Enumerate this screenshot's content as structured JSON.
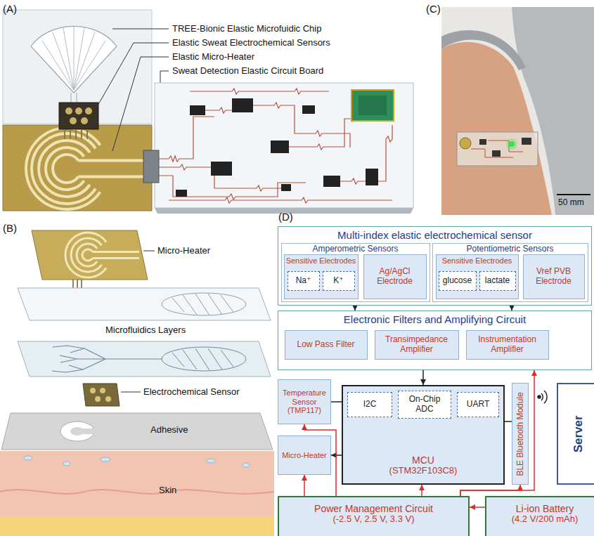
{
  "diagram": {
    "nodes": [
      {
        "text": [
          "Multi-index elastic electrochemical sensor"
        ]
      },
      {
        "text": [
          "Amperometric Sensors"
        ],
        "in": 0
      },
      {
        "text": [
          "Sensitive Electrodes"
        ],
        "in": 1
      },
      {
        "text": [
          "Na⁺"
        ],
        "in": 2
      },
      {
        "text": [
          "K⁺"
        ],
        "in": 2
      },
      {
        "text": [
          "Ag/AgCl Electrode"
        ],
        "in": 1
      },
      {
        "text": [
          "Potentiometric Sensors"
        ],
        "in": 0
      },
      {
        "text": [
          "Sensitive Electrodes"
        ],
        "in": 6
      },
      {
        "text": [
          "glucose"
        ],
        "in": 7
      },
      {
        "text": [
          "lactate"
        ],
        "in": 7
      },
      {
        "text": [
          "Vref PVB Electrode"
        ],
        "in": 6
      },
      {
        "text": [
          "Electronic Filters and Amplifying Circuit"
        ]
      },
      {
        "text": [
          "Low Pass Filter"
        ],
        "in": 11
      },
      {
        "text": [
          "Transimpedance Amplifier"
        ],
        "in": 11
      },
      {
        "text": [
          "Instrumentation Amplifier"
        ],
        "in": 11
      },
      {
        "text": [
          "Temperature Sensor",
          "(TMP117)"
        ]
      },
      {
        "text": [
          "MCU",
          "(STM32F103C8)"
        ]
      },
      {
        "text": [
          "I2C"
        ],
        "in": 16
      },
      {
        "text": [
          "On-Chip ADC"
        ],
        "in": 16
      },
      {
        "text": [
          "UART"
        ],
        "in": 16
      },
      {
        "text": [
          "Micro-Heater"
        ]
      },
      {
        "text": [
          "BLE Bluetooth Module"
        ]
      },
      {
        "text": [
          "Server"
        ]
      },
      {
        "text": [
          "Power Management Circuit",
          "(-2.5 V, 2.5 V, 3.3 V)"
        ]
      },
      {
        "text": [
          "Li-ion Battery",
          "(4.2 V/200 mAh)"
        ]
      }
    ],
    "edges": [
      {
        "from": 1,
        "to": 11,
        "arrow": "to"
      },
      {
        "from": 6,
        "to": 11,
        "arrow": "to"
      },
      {
        "from": 11,
        "to": 16,
        "arrow": "to"
      },
      {
        "from": 15,
        "to": 16,
        "arrow": "none"
      },
      {
        "from": 16,
        "to": 20,
        "arrow": "to"
      },
      {
        "from": 16,
        "to": 21,
        "arrow": "none"
      },
      {
        "from": 23,
        "to": 15,
        "arrow": "to"
      },
      {
        "from": 23,
        "to": 20,
        "arrow": "to"
      },
      {
        "from": 23,
        "to": 16,
        "arrow": "to"
      },
      {
        "from": 23,
        "to": 11,
        "arrow": "to"
      },
      {
        "from": 23,
        "to": 21,
        "arrow": "to"
      },
      {
        "from": 24,
        "to": 23,
        "arrow": "to"
      }
    ],
    "labels": [
      "(A)",
      "TREE-Bionic Elastic Microfuidic Chip",
      "Elastic Sweat Electrochemical Sensors",
      "Elastic Micro-Heater",
      "Sweat Detection Elastic Circuit Board",
      "(C)",
      "50 mm",
      "(B)",
      "Micro-Heater",
      "Microfluidics Layers",
      "Electrochemical Sensor",
      "Adhesive",
      "Skin",
      "(D)"
    ]
  }
}
